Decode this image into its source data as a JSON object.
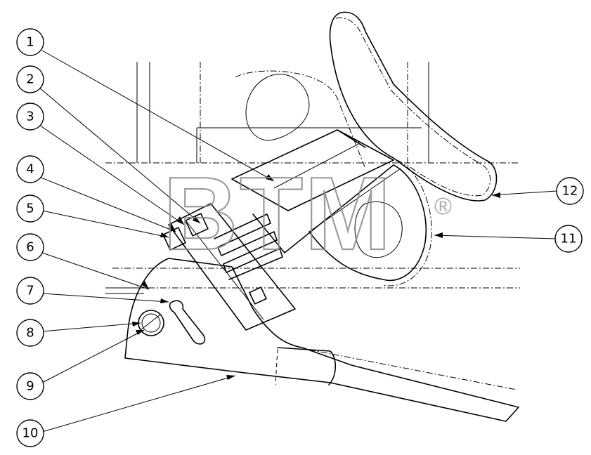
{
  "drawing": {
    "callouts": [
      "1",
      "2",
      "3",
      "4",
      "5",
      "6",
      "7",
      "8",
      "9",
      "10",
      "11",
      "12"
    ]
  },
  "watermark": {
    "text": "BTM",
    "mark": "®"
  }
}
